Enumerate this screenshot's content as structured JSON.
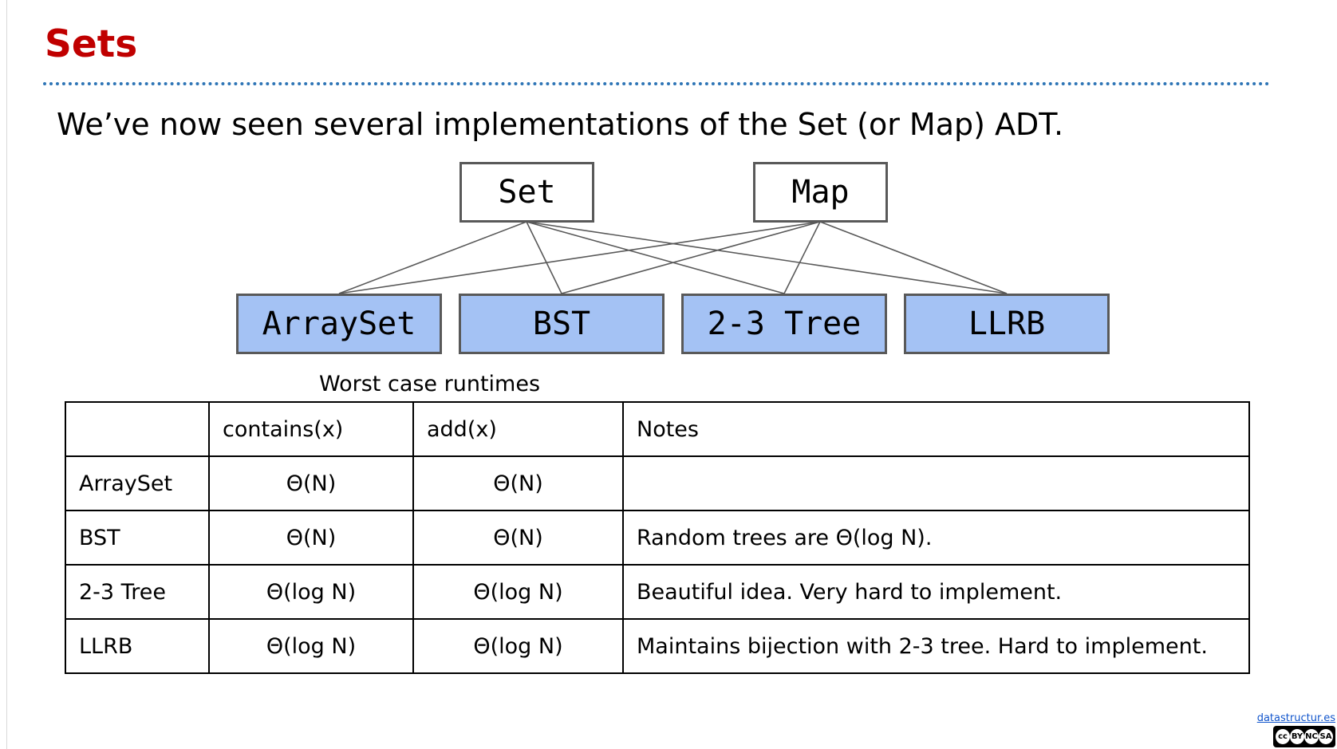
{
  "slide": {
    "title": "Sets",
    "subtitle": "We’ve now seen several implementations of the Set (or Map) ADT."
  },
  "diagram": {
    "interfaces": [
      {
        "id": "set",
        "label": "Set"
      },
      {
        "id": "map",
        "label": "Map"
      }
    ],
    "implementations": [
      {
        "id": "arrayset",
        "label": "ArraySet"
      },
      {
        "id": "bst",
        "label": "BST"
      },
      {
        "id": "tree23",
        "label": "2-3 Tree"
      },
      {
        "id": "llrb",
        "label": "LLRB"
      }
    ],
    "edges": [
      [
        "set",
        "arrayset"
      ],
      [
        "set",
        "bst"
      ],
      [
        "set",
        "tree23"
      ],
      [
        "set",
        "llrb"
      ],
      [
        "map",
        "arrayset"
      ],
      [
        "map",
        "bst"
      ],
      [
        "map",
        "tree23"
      ],
      [
        "map",
        "llrb"
      ]
    ],
    "colors": {
      "implementation_fill": "#a4c2f4",
      "border": "#595959",
      "edge": "#595959"
    }
  },
  "table": {
    "caption": "Worst case runtimes",
    "headers": [
      "",
      "contains(x)",
      "add(x)",
      "Notes"
    ],
    "rows": [
      {
        "name": "ArraySet",
        "contains": "Θ(N)",
        "add": "Θ(N)",
        "notes": ""
      },
      {
        "name": "BST",
        "contains": "Θ(N)",
        "add": "Θ(N)",
        "notes": "Random trees are Θ(log N)."
      },
      {
        "name": "2-3 Tree",
        "contains": "Θ(log N)",
        "add": "Θ(log N)",
        "notes": "Beautiful idea. Very hard to implement."
      },
      {
        "name": "LLRB",
        "contains": "Θ(log N)",
        "add": "Θ(log N)",
        "notes": "Maintains bijection with 2-3 tree. Hard to implement."
      }
    ]
  },
  "footer": {
    "link": "datastructur.es",
    "license_badge": "cc-by-nc-sa-icon",
    "license_glyphs": [
      "cc",
      "BY",
      "NC",
      "SA"
    ]
  },
  "colors": {
    "title": "#c00000",
    "divider": "#2e75b6",
    "link": "#1155cc"
  }
}
